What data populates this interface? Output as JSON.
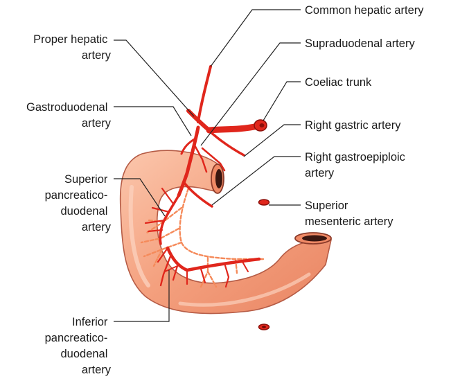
{
  "labels": {
    "common_hepatic": [
      "Common hepatic artery"
    ],
    "proper_hepatic": [
      "Proper hepatic",
      "artery"
    ],
    "supraduodenal": [
      "Supraduodenal artery"
    ],
    "coeliac": [
      "Coeliac trunk"
    ],
    "gastroduodenal": [
      "Gastroduodenal",
      "artery"
    ],
    "right_gastric": [
      "Right gastric artery"
    ],
    "right_gastroepiploic": [
      "Right gastroepiploic",
      "artery"
    ],
    "superior_pd": [
      "Superior",
      "pancreatico-",
      "duodenal",
      "artery"
    ],
    "superior_mesenteric": [
      "Superior",
      "mesenteric artery"
    ],
    "inferior_pd": [
      "Inferior",
      "pancreatico-",
      "duodenal",
      "artery"
    ]
  },
  "colors": {
    "duodenum_fill": "#f4a07e",
    "duodenum_edge": "#b55b45",
    "duodenum_highlight": "#fbd0bc",
    "artery": "#e0261c",
    "artery_dark": "#8c0f0a",
    "pancreas_dashed": "#f58a5a"
  }
}
